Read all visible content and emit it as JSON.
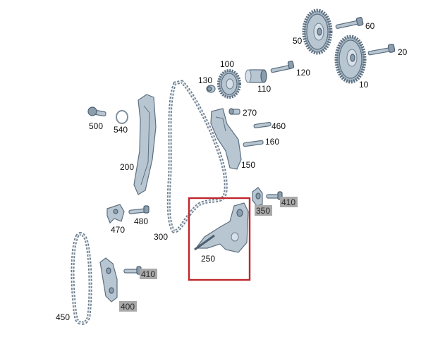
{
  "diagram": {
    "highlight_color": "#c0262d",
    "label_tag_color": "#a9a9a9",
    "parts": {
      "p10": "10",
      "p20": "20",
      "p50": "50",
      "p60": "60",
      "p100": "100",
      "p110": "110",
      "p120": "120",
      "p130": "130",
      "p150": "150",
      "p160": "160",
      "p200": "200",
      "p250": "250",
      "p270": "270",
      "p300": "300",
      "p350": "350",
      "p400": "400",
      "p410a": "410",
      "p410b": "410",
      "p450": "450",
      "p460": "460",
      "p470": "470",
      "p480": "480",
      "p500": "500",
      "p540": "540"
    }
  }
}
